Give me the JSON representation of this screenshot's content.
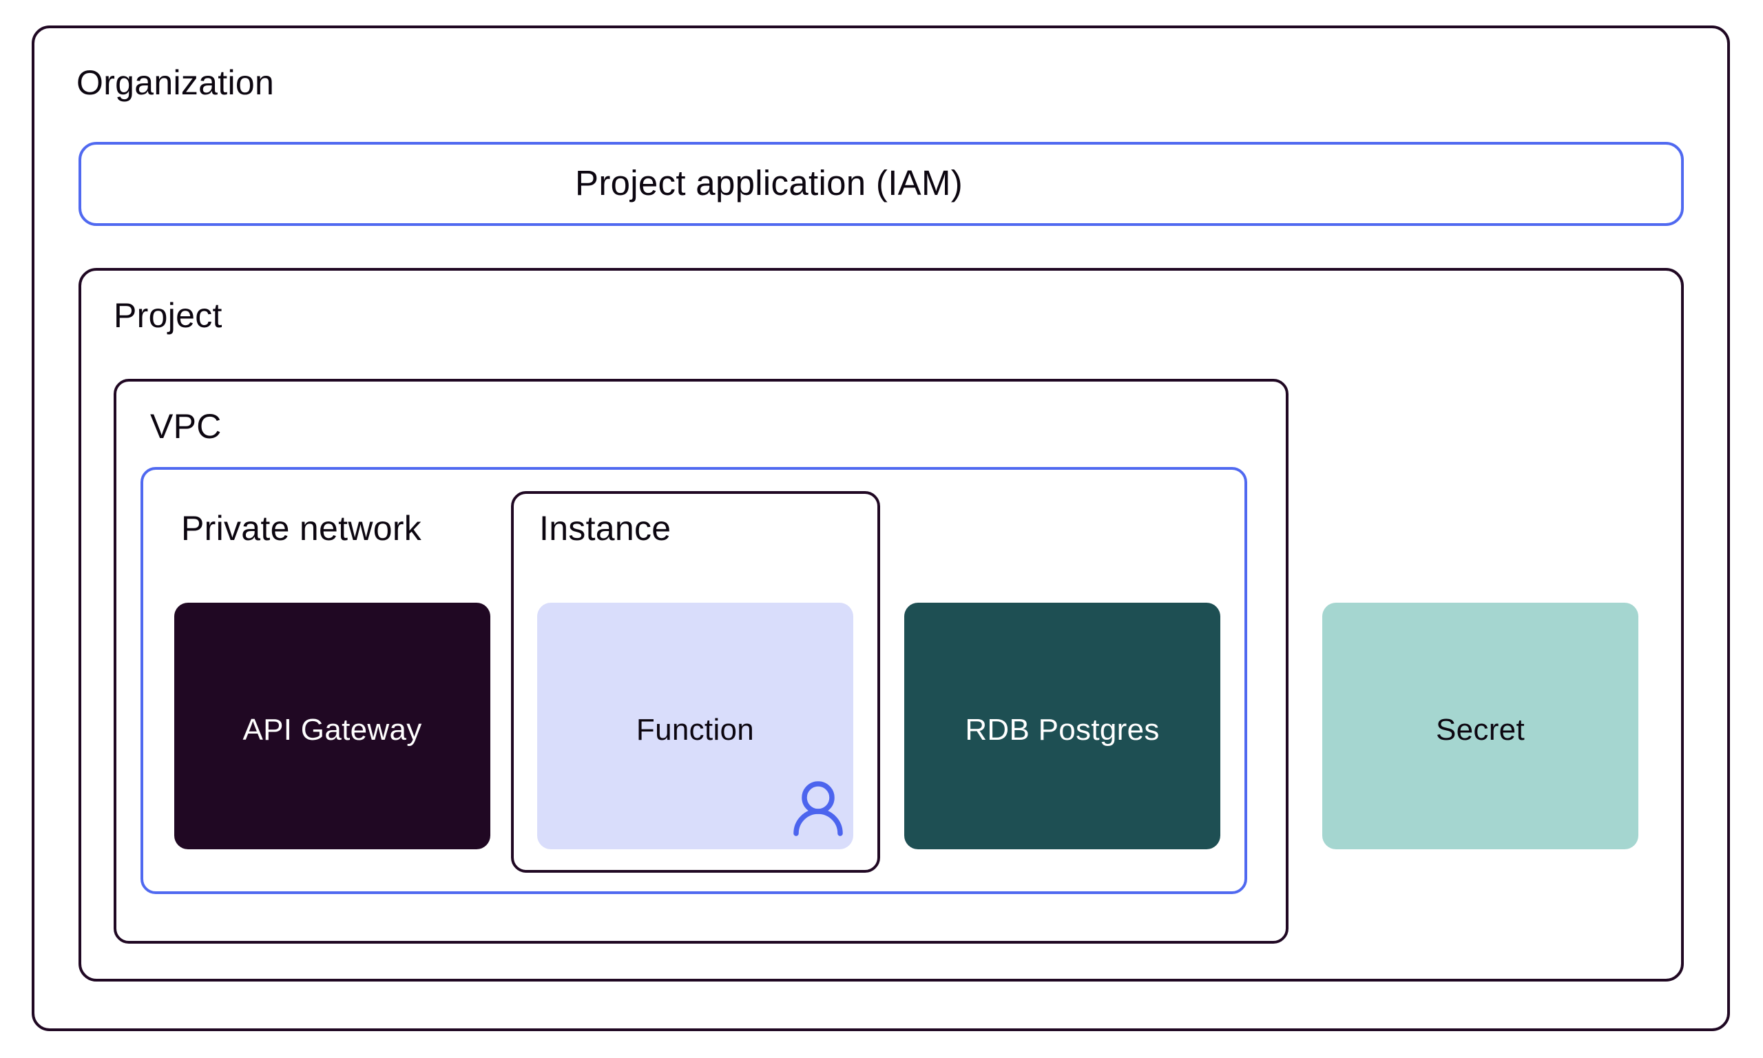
{
  "diagram": {
    "organization": {
      "label": "Organization"
    },
    "iam": {
      "label": "Project application (IAM)"
    },
    "project": {
      "label": "Project"
    },
    "vpc": {
      "label": "VPC"
    },
    "private_network": {
      "label": "Private network"
    },
    "instance": {
      "label": "Instance"
    },
    "cards": [
      {
        "label": "API Gateway",
        "background": "#200823",
        "text_color": "#ffffff"
      },
      {
        "label": "Function",
        "background": "#d9ddfb",
        "text_color": "#0c0610",
        "icon": "user-icon"
      },
      {
        "label": "RDB Postgres",
        "background": "#1e4f53",
        "text_color": "#ffffff"
      },
      {
        "label": "Secret",
        "background": "#a5d6d0",
        "text_color": "#0c0610"
      }
    ]
  },
  "colors": {
    "border_dark": "#200823",
    "border_blue": "#5069f0",
    "icon_blue": "#4c64ee",
    "text": "#0c0610",
    "background": "#ffffff"
  }
}
